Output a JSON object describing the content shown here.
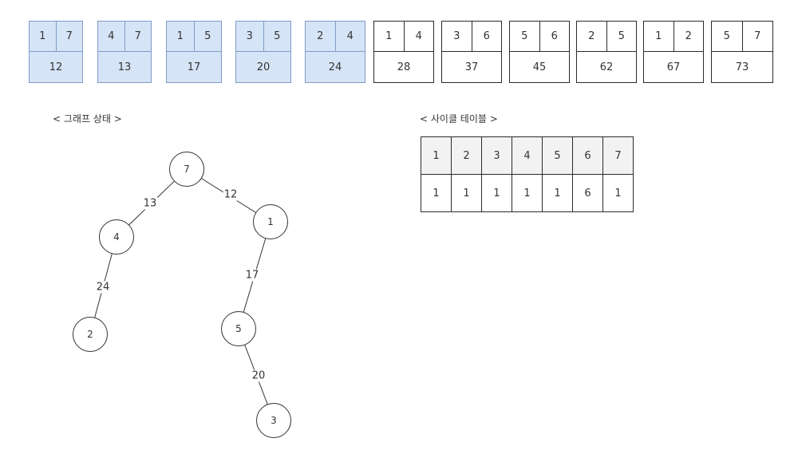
{
  "edge_cards": [
    {
      "u": "1",
      "v": "7",
      "w": "12",
      "selected": true
    },
    {
      "u": "4",
      "v": "7",
      "w": "13",
      "selected": true
    },
    {
      "u": "1",
      "v": "5",
      "w": "17",
      "selected": true
    },
    {
      "u": "3",
      "v": "5",
      "w": "20",
      "selected": true
    },
    {
      "u": "2",
      "v": "4",
      "w": "24",
      "selected": true
    },
    {
      "u": "1",
      "v": "4",
      "w": "28",
      "selected": false
    },
    {
      "u": "3",
      "v": "6",
      "w": "37",
      "selected": false
    },
    {
      "u": "5",
      "v": "6",
      "w": "45",
      "selected": false
    },
    {
      "u": "2",
      "v": "5",
      "w": "62",
      "selected": false
    },
    {
      "u": "1",
      "v": "2",
      "w": "67",
      "selected": false
    },
    {
      "u": "5",
      "v": "7",
      "w": "73",
      "selected": false
    }
  ],
  "graph": {
    "title": "< 그래프 상태 >",
    "nodes": [
      {
        "id": "7",
        "label": "7"
      },
      {
        "id": "1",
        "label": "1"
      },
      {
        "id": "4",
        "label": "4"
      },
      {
        "id": "2",
        "label": "2"
      },
      {
        "id": "5",
        "label": "5"
      },
      {
        "id": "3",
        "label": "3"
      }
    ],
    "edges": [
      {
        "from": "7",
        "to": "4",
        "label": "13"
      },
      {
        "from": "7",
        "to": "1",
        "label": "12"
      },
      {
        "from": "4",
        "to": "2",
        "label": "24"
      },
      {
        "from": "1",
        "to": "5",
        "label": "17"
      },
      {
        "from": "5",
        "to": "3",
        "label": "20"
      }
    ]
  },
  "cycle_table": {
    "title": "< 사이클 테이블 >",
    "header": [
      "1",
      "2",
      "3",
      "4",
      "5",
      "6",
      "7"
    ],
    "values": [
      "1",
      "1",
      "1",
      "1",
      "1",
      "6",
      "1"
    ]
  },
  "colors": {
    "selected_fill": "#d6e4f7",
    "selected_border": "#7f9bc4",
    "border": "#2b2b2b"
  }
}
